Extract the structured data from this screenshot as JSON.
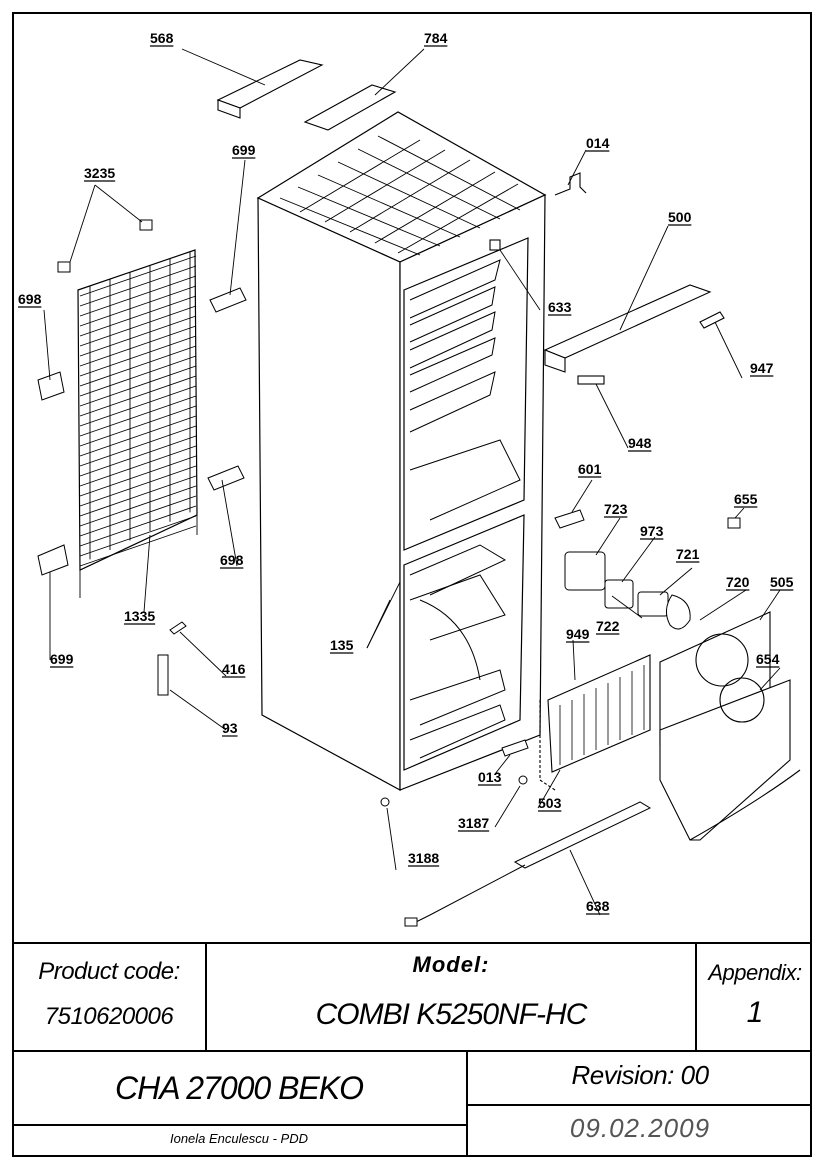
{
  "parts": [
    {
      "number": "568"
    },
    {
      "number": "784"
    },
    {
      "number": "014"
    },
    {
      "number": "699"
    },
    {
      "number": "3235"
    },
    {
      "number": "500"
    },
    {
      "number": "698"
    },
    {
      "number": "633"
    },
    {
      "number": "947"
    },
    {
      "number": "948"
    },
    {
      "number": "601"
    },
    {
      "number": "655"
    },
    {
      "number": "723"
    },
    {
      "number": "973"
    },
    {
      "number": "721"
    },
    {
      "number": "720"
    },
    {
      "number": "505"
    },
    {
      "number": "698"
    },
    {
      "number": "722"
    },
    {
      "number": "949"
    },
    {
      "number": "1335"
    },
    {
      "number": "135"
    },
    {
      "number": "654"
    },
    {
      "number": "699"
    },
    {
      "number": "416"
    },
    {
      "number": "93"
    },
    {
      "number": "013"
    },
    {
      "number": "3187"
    },
    {
      "number": "503"
    },
    {
      "number": "3188"
    },
    {
      "number": "638"
    }
  ],
  "title_block": {
    "product_code_label": "Product code:",
    "product_code": "7510620006",
    "model_label": "Model:",
    "model": "COMBI K5250NF-HC",
    "appendix_label": "Appendix:",
    "appendix": "1",
    "chassis": "CHA 27000 BEKO",
    "revision": "Revision: 00",
    "author": "Ionela Enculescu - PDD",
    "date": "09.02.2009"
  }
}
